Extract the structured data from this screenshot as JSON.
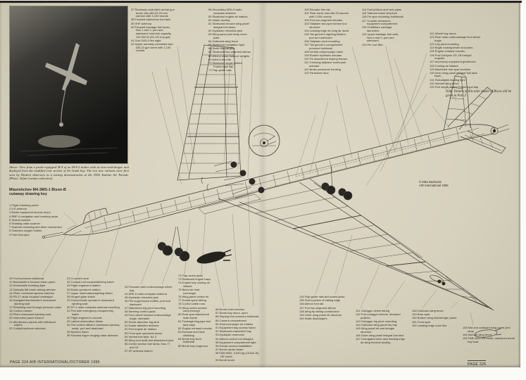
{
  "colors": {
    "paper": "#d7d2be",
    "ink": "#2e2c26",
    "line": "#45423a"
  },
  "footer": {
    "left": "PAGE 324 AIR INTERNATIONAL/OCTOBER 1995",
    "right": "PAGE 325"
  },
  "annotations": {
    "note": "Note: Details of this later model of Bison will be given in Part 2.",
    "credit_line1": "© Mike Badrocke",
    "credit_line2": "AIR International 1995"
  },
  "photo": {
    "caption": "Above: View from a probe-equipped M-4 of an M-4-2 tanker with its hose-and-drogue unit deployed from the modified rear section of the bomb bay. The two new variants were first seen by Western observers in a taxiing demonstration at the 1956 Tushino Air Parade. (Photo: Yefim Gordon collection)"
  },
  "key": {
    "title": "Miasishchev M4-3MS-1 Bison-B cutaway drawing key",
    "columns": [
      {
        "region": "left",
        "items": [
          {
            "n": 1,
            "t": "Flight refuelling probe"
          },
          {
            "n": 2,
            "t": "ILS antenna"
          },
          {
            "n": 3,
            "t": "Radar equipment access doors"
          },
          {
            "n": 4,
            "t": "RBP-4 navigation and bombing radar"
          },
          {
            "n": 5,
            "t": "Ventral radome"
          },
          {
            "n": 6,
            "t": "Rotating radar scanner"
          },
          {
            "n": 7,
            "t": "Scanner mounting and drive mechanism"
          },
          {
            "n": 8,
            "t": "Gaseous oxygen bottles"
          },
          {
            "n": 9,
            "t": "Fuel feed pipe"
          }
        ]
      },
      {
        "region": "bottom-1",
        "items": [
          {
            "n": 10,
            "t": "Front pressure bulkhead"
          },
          {
            "n": 11,
            "t": "Bombardier's forward vision panel"
          },
          {
            "n": 12,
            "t": "Retractable bombing light"
          },
          {
            "n": 13,
            "t": "Optically flat bomb aiming window"
          },
          {
            "n": 14,
            "t": "Pilots' overhead ejection hatches"
          },
          {
            "n": 15,
            "t": "PB-17 radar coupled bombsight"
          },
          {
            "n": 16,
            "t": "Navigator/bombardier's downward ejecting seat"
          },
          {
            "n": 17,
            "t": "Refuelling duct through pressure cabin"
          },
          {
            "n": 18,
            "t": "Control column"
          },
          {
            "n": 19,
            "t": "Pilot's downward ejecting seat"
          },
          {
            "n": 20,
            "t": "Instrument panel shroud"
          },
          {
            "n": 21,
            "t": "Windscreen panels with individual wipers"
          },
          {
            "n": 22,
            "t": "Cockpit eyebrow windows"
          }
        ]
      },
      {
        "region": "bottom-2",
        "items": [
          {
            "n": 23,
            "t": "Co-pilot's seat"
          },
          {
            "n": 24,
            "t": "Cockpit roof escape/ditching hatch"
          },
          {
            "n": 25,
            "t": "Flight engineer's station"
          },
          {
            "n": 26,
            "t": "Radio operator's station"
          },
          {
            "n": 27,
            "t": "Upper observation/sighting blister"
          },
          {
            "n": 28,
            "t": "Hinged glare shield"
          },
          {
            "n": 29,
            "t": "Gunner/radio operator's downward ejecting seat"
          },
          {
            "n": 30,
            "t": "DF-1 radio compass antenna mounting"
          },
          {
            "n": 31,
            "t": "Port side emergency escape/entry hatch"
          },
          {
            "n": 32,
            "t": "Flight engineer's console"
          },
          {
            "n": 33,
            "t": "Lateral observation blister"
          },
          {
            "n": 34,
            "t": "Fire control officer's downward ejecting seats, port and starboard"
          },
          {
            "n": 35,
            "t": "Ejection hatch"
          },
          {
            "n": 36,
            "t": "Forward Argon ranging radar antenna"
          }
        ]
      },
      {
        "region": "top-1",
        "items": [
          {
            "n": 37,
            "t": "Remotely controlled ventral gun turret, twin AM-23 23-mm cannon with 1,100 rounds"
          },
          {
            "n": 38,
            "t": "Forward transverse fuel tank"
          },
          {
            "n": 39,
            "t": "VHF antenna"
          },
          {
            "n": 40,
            "t": "Forward fuselage fuel tanks, Nos 1 and 2, port and starboard; total fuel capacity 132,390 lit (29,122 Imp gal)"
          },
          {
            "n": 41,
            "t": "Gun DAD-5 fire sight"
          },
          {
            "n": 42,
            "t": "Upper remotely controlled twin AM-23 gun turret with 1,100 rounds"
          }
        ]
      },
      {
        "region": "bottom-3",
        "items": [
          {
            "n": 43,
            "t": "Forward main undercarriage wheel bay"
          },
          {
            "n": 44,
            "t": "ARK-5 radio compass antenna"
          },
          {
            "n": 45,
            "t": "Hydraulic retraction jack"
          },
          {
            "n": 46,
            "t": "Fire suppression bottles, port and starboard"
          },
          {
            "n": 47,
            "t": "Mainwheel leg pivot mounting"
          },
          {
            "n": 48,
            "t": "Steering control jacks"
          },
          {
            "n": 49,
            "t": "Four-wheel forward undercarriage bogie, steerable"
          },
          {
            "n": 50,
            "t": "Shock absorber leg strut"
          },
          {
            "n": 51,
            "t": "Radar altimeter antenna"
          },
          {
            "n": 52,
            "t": "Port engine air intakes"
          },
          {
            "n": 53,
            "t": "Front spar spectacle beam"
          },
          {
            "n": 54,
            "t": "Ventral fuel tank, No 3"
          },
          {
            "n": 55,
            "t": "Wing root multi-bolt attachment joint"
          },
          {
            "n": 56,
            "t": "Centre section fuel tanks, Nos 17 and 18"
          },
          {
            "n": 57,
            "t": "HF antenna lead-in"
          }
        ]
      },
      {
        "region": "top-2",
        "items": [
          {
            "n": 58,
            "t": "Secondary ARK-5 radio compass antenna"
          },
          {
            "n": 59,
            "t": "Starboard engine air intakes"
          },
          {
            "n": 60,
            "t": "Intake ducting"
          },
          {
            "n": 61,
            "t": "Starboard inboard wing panel integral fuel tanks"
          },
          {
            "n": 62,
            "t": "Hydraulic retraction jack"
          },
          {
            "n": 63,
            "t": "Wing panel joint strap cover plate"
          },
          {
            "n": 64,
            "t": "Outboard wing fence"
          },
          {
            "n": 65,
            "t": "Starboard navigation light"
          },
          {
            "n": 66,
            "t": "Static dischargers"
          },
          {
            "n": 67,
            "t": "Starboard two-segment aileron"
          },
          {
            "n": 68,
            "t": "Aileron mass balance weights"
          },
          {
            "n": 69,
            "t": "Aileron trim tab"
          },
          {
            "n": 70,
            "t": "Starboard single-slotted Fowler-type flap"
          },
          {
            "n": 71,
            "t": "Flap guide rails"
          }
        ]
      },
      {
        "region": "bottom-4",
        "items": [
          {
            "n": 72,
            "t": "Flap screw jacks"
          },
          {
            "n": 73,
            "t": "Starboard engine bays"
          },
          {
            "n": 74,
            "t": "Engine bay cooling air intakes"
          },
          {
            "n": 75,
            "t": "Bleed air heat exchanger"
          },
          {
            "n": 76,
            "t": "Wing panel centre rib"
          },
          {
            "n": 77,
            "t": "Dorsal spine fairing"
          },
          {
            "n": 78,
            "t": "Control cable runs"
          },
          {
            "n": 79,
            "t": "Wing centre-section carry-through"
          },
          {
            "n": 80,
            "t": "Rear spar attachment main frame"
          },
          {
            "n": 81,
            "t": "Fuselage bag-type fuel tank bays"
          },
          {
            "n": 82,
            "t": "Engine exhaust nozzles"
          },
          {
            "n": 83,
            "t": "Exhaust duct heat shielding"
          },
          {
            "n": 84,
            "t": "Bomb bay front bulkhead"
          },
          {
            "n": 85,
            "t": "Bomb bay longerons"
          }
        ]
      },
      {
        "region": "bottom-5",
        "items": [
          {
            "n": 86,
            "t": "Bomb hoist winches"
          },
          {
            "n": 87,
            "t": "Bomb bay doors, open"
          },
          {
            "n": 88,
            "t": "Sloping rear pressure bulkhead"
          },
          {
            "n": 89,
            "t": "Camera compartment"
          },
          {
            "n": 90,
            "t": "Heat exchanger air intakes"
          },
          {
            "n": 91,
            "t": "Equipment bay access hatch"
          },
          {
            "n": 92,
            "t": "Starboard mainwheel bay"
          },
          {
            "n": 93,
            "t": "Hydraulic reservoirs"
          },
          {
            "n": 94,
            "t": "Aileron control rod linkages"
          },
          {
            "n": 95,
            "t": "Equipment compartment light"
          },
          {
            "n": 96,
            "t": "Dorsal camera installation"
          },
          {
            "n": 97,
            "t": "Bomb carrier beam"
          },
          {
            "n": 98,
            "t": "FAB-9000, 9,000-kg (19,841-lb) HE bomb"
          },
          {
            "n": 99,
            "t": "Bomb doors"
          }
        ]
      },
      {
        "region": "top-3",
        "items": [
          {
            "n": 100,
            "t": "Elevator trim tab"
          },
          {
            "n": 101,
            "t": "Rear turret, twin AM-23 cannon with 2,000 rounds"
          },
          {
            "n": 102,
            "t": "Port two-segment elevator"
          },
          {
            "n": 103,
            "t": "Tailplane two-spar torsion box structure"
          },
          {
            "n": 104,
            "t": "Leading edge de-icing air ducts"
          },
          {
            "n": 105,
            "t": "Tail gunner's sighting blisters, port and starboard"
          },
          {
            "n": 106,
            "t": "Tailplane pivot mounting"
          },
          {
            "n": 107,
            "t": "Tail gunner's compartment pressure bulkhead"
          },
          {
            "n": 108,
            "t": "Ventral entry/escape hatch"
          },
          {
            "n": 109,
            "t": "Rudder hydraulic actuator"
          },
          {
            "n": 110,
            "t": "Fin attachment sloping frames"
          },
          {
            "n": 111,
            "t": "Trimming tailplane screw jack actuator"
          },
          {
            "n": 112,
            "t": "Brake parachute housing"
          },
          {
            "n": 113,
            "t": "Parachute door"
          }
        ]
      },
      {
        "region": "top-4",
        "items": [
          {
            "n": 114,
            "t": "Fuel jettison and vent pipes"
          },
          {
            "n": 115,
            "t": "Tailcone frame structure"
          },
          {
            "n": 116,
            "t": "Fin spar mounting bulkheads"
          },
          {
            "n": 117,
            "t": "Counter-measures equipment compartment"
          },
          {
            "n": 118,
            "t": "Chaff/flare cartridge launchers"
          },
          {
            "n": 119,
            "t": "Upper fuselage fuel cells, Nos 6 and 9, port and starboard"
          },
          {
            "n": 120,
            "t": "Fin root fillet"
          }
        ]
      },
      {
        "region": "top-right",
        "items": [
          {
            "n": 121,
            "t": "Wheel bay doors"
          },
          {
            "n": 122,
            "t": "Rear main undercarriage four-wheel bogie"
          },
          {
            "n": 123,
            "t": "Leg pivot mounting"
          },
          {
            "n": 124,
            "t": "Bogie rocking beam and axles"
          },
          {
            "n": 125,
            "t": "Engine exhaust nozzles"
          },
          {
            "n": 126,
            "t": "Port Dobrynin VD-7B turbojet engines"
          },
          {
            "n": 127,
            "t": "Accessory equipment gearboxes"
          },
          {
            "n": 128,
            "t": "Cooling air intakes"
          },
          {
            "n": 129,
            "t": "Machined rear spar sections"
          },
          {
            "n": 130,
            "t": "Inner wing panel integral fuel tank bays"
          },
          {
            "n": 131,
            "t": "Retractable landing light"
          },
          {
            "n": 132,
            "t": "Inboard wing fence"
          },
          {
            "n": 133,
            "t": "Port single-slotted Fowler-type flap"
          }
        ]
      },
      {
        "region": "bottom-6",
        "items": [
          {
            "n": 134,
            "t": "Flap guide rails and screw jacks"
          },
          {
            "n": 135,
            "t": "Fixed portion of trailing edge"
          },
          {
            "n": 136,
            "t": "Aileron trim tab"
          },
          {
            "n": 137,
            "t": "Port two-segment aileron"
          },
          {
            "n": 138,
            "t": "Wing tip fairing construction"
          },
          {
            "n": 139,
            "t": "Outer wing panel rib structure"
          },
          {
            "n": 140,
            "t": "Static dischargers"
          }
        ]
      },
      {
        "region": "bottom-7",
        "items": [
          {
            "n": 141,
            "t": "Outrigger wheel fairing"
          },
          {
            "n": 142,
            "t": "Port outrigger wheels, retracted position"
          },
          {
            "n": 143,
            "t": "Outrigger leg pivot mounting"
          },
          {
            "n": 144,
            "t": "Outboard wing panel dry bay"
          },
          {
            "n": 145,
            "t": "Wing panel rib and stringer structure"
          },
          {
            "n": 146,
            "t": "Outer wing panel integral fuel tank"
          },
          {
            "n": 147,
            "t": "Corrugated inner skin leading edge de-icing thermal ducting"
          }
        ]
      },
      {
        "region": "bottom-8",
        "items": [
          {
            "n": 148,
            "t": "Outboard wing fence"
          },
          {
            "n": 149,
            "t": "Rear spar"
          },
          {
            "n": 150,
            "t": "Bottom wing skin/stringer panel"
          },
          {
            "n": 151,
            "t": "Front spar"
          },
          {
            "n": 152,
            "t": "Leading edge nose ribs"
          }
        ]
      },
      {
        "region": "bottom-9",
        "items": [
          {
            "n": 153,
            "t": "Mid and outboard wing panel joint strap"
          },
          {
            "n": 154,
            "t": "Inboard wing fence"
          },
          {
            "n": 155,
            "t": "FAB-9000 HE bomb, maximum bomb bay load"
          }
        ]
      }
    ]
  }
}
